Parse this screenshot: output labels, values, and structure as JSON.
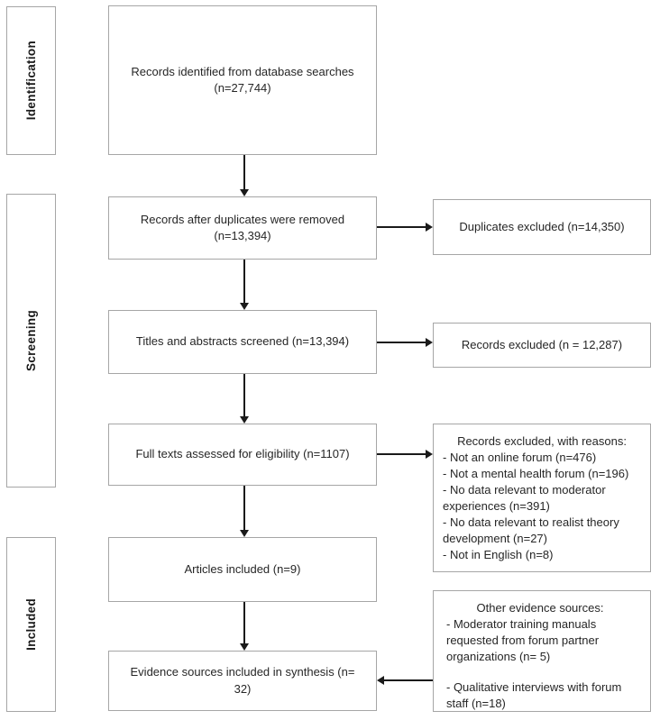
{
  "colors": {
    "background": "#ffffff",
    "box_border": "#a6a6a6",
    "text": "#262626",
    "arrow": "#1a1a1a"
  },
  "stages": {
    "identification": "Identification",
    "screening": "Screening",
    "included": "Included"
  },
  "flow": {
    "identified": {
      "text": "Records identified from database searches",
      "count": "(n=27,744)"
    },
    "deduplicated": {
      "text": "Records after duplicates were removed",
      "count": "(n=13,394)"
    },
    "screened": {
      "text": "Titles and abstracts screened (n=13,394)"
    },
    "full_text": {
      "text": "Full texts assessed for eligibility (n=1107)"
    },
    "articles": {
      "text": "Articles included (n=9)"
    },
    "synthesis": {
      "text": "Evidence sources included in synthesis (n= 32)"
    }
  },
  "exclusions": {
    "duplicates": {
      "text": "Duplicates excluded (n=14,350)"
    },
    "title_abstract": {
      "text": "Records excluded (n = 12,287)"
    },
    "full_text": {
      "heading": "Records excluded, with reasons:",
      "reasons": [
        "- Not an online forum (n=476)",
        "- Not a mental health forum (n=196)",
        "- No data relevant to moderator experiences (n=391)",
        "- No data relevant to realist theory development (n=27)",
        "- Not in English (n=8)"
      ]
    },
    "other_sources": {
      "heading": "Other evidence sources:",
      "items": [
        "- Moderator training manuals requested from forum partner organizations  (n= 5)",
        "- Qualitative interviews with forum staff (n=18)"
      ]
    }
  }
}
